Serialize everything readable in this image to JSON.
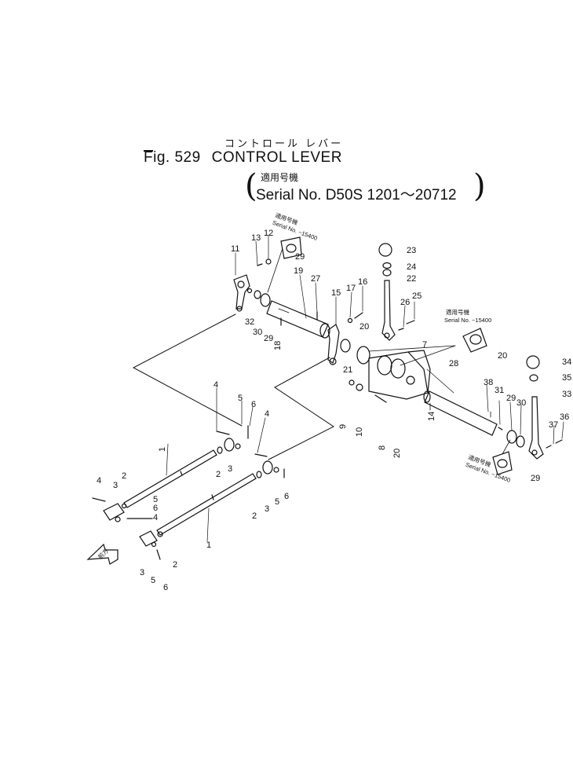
{
  "header": {
    "jp_title": "コントロール レバー",
    "fig_prefix": "Fig. 529",
    "fig_title": "CONTROL LEVER",
    "jp_applicability": "適用号機",
    "serial_range": "Serial No. D50S 1201～20712"
  },
  "callouts": {
    "c1a": "1",
    "c1b": "1",
    "c2a": "2",
    "c2b": "2",
    "c2c": "2",
    "c2d": "2",
    "c3a": "3",
    "c3b": "3",
    "c3c": "3",
    "c3d": "3",
    "c4a": "4",
    "c4b": "4",
    "c4c": "4",
    "c4d": "4",
    "c5a": "5",
    "c5b": "5",
    "c5c": "5",
    "c5d": "5",
    "c6a": "6",
    "c6b": "6",
    "c6c": "6",
    "c6d": "6",
    "c7": "7",
    "c8": "8",
    "c9": "9",
    "c10": "10",
    "c11": "11",
    "c12": "12",
    "c13": "13",
    "c14": "14",
    "c15": "15",
    "c16": "16",
    "c17": "17",
    "c18": "18",
    "c19": "19",
    "c20a": "20",
    "c20b": "20",
    "c20c": "20",
    "c21": "21",
    "c22": "22",
    "c23": "23",
    "c24": "24",
    "c25": "25",
    "c26": "26",
    "c27": "27",
    "c28": "28",
    "c29a": "29",
    "c29b": "29",
    "c29c": "29",
    "c29d": "29",
    "c30a": "30",
    "c30b": "30",
    "c31": "31",
    "c32": "32",
    "c33": "33",
    "c34": "34",
    "c35": "35",
    "c36": "36",
    "c37": "37",
    "c38": "38"
  },
  "serial_notes": {
    "note1_jp": "適用号機",
    "note1_text": "Serial No. ~15400",
    "note2_jp": "適用号機",
    "note2_text": "Serial No. ~15400",
    "note3_jp": "適用号機",
    "note3_text": "Serial No. ~15400"
  },
  "front_marker": "前方"
}
